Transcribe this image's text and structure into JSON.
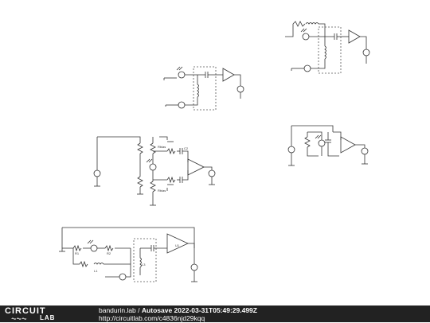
{
  "footer": {
    "logo_top": "CIRCUIT",
    "logo_bottom": "LAB",
    "author": "bandurin.lab",
    "separator": "/",
    "title": "Autosave 2022-03-31T05:49:29.499Z",
    "url": "http://circuitlab.com/c4836njd29kqq"
  },
  "labels": {
    "r_bias_top": "Rbias",
    "r_bias_bot": "Rbias",
    "c2": "C2",
    "l1": "L1",
    "r1": "R1",
    "r2": "R2",
    "l3": "L3",
    "u1": "U1"
  },
  "colors": {
    "wire": "#333333",
    "dash": "#555555",
    "footer_bg": "#222222"
  }
}
